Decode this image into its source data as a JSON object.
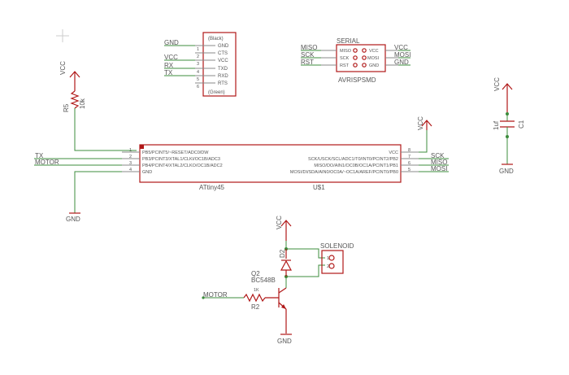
{
  "supply": {
    "vcc": "VCC",
    "gnd": "GND"
  },
  "ftdi": {
    "top": "(Black)",
    "bottom": "(Green)",
    "pins": [
      "GND",
      "CTS",
      "VCC",
      "TXD",
      "RXD",
      "RTS"
    ],
    "nets": [
      "GND",
      "VCC",
      "RX",
      "TX"
    ],
    "numbers": [
      "1",
      "2",
      "3",
      "4",
      "5",
      "6"
    ]
  },
  "isp": {
    "title": "SERIAL",
    "name": "AVRISPSMD",
    "left_pins": [
      "MISO",
      "SCK",
      "RST"
    ],
    "right_pins": [
      "VCC",
      "MOSI",
      "GND"
    ],
    "left_nets": [
      "MISO",
      "SCK",
      "RST"
    ],
    "right_nets": [
      "VCC",
      "MOSI",
      "GND"
    ]
  },
  "r5": {
    "name": "R5",
    "value": "10k"
  },
  "c1": {
    "name": "C1",
    "value": "1uf"
  },
  "mcu": {
    "name": "ATtiny45",
    "ref": "U$1",
    "left_pins": [
      "PB5/PCINT5/~RESET/ADC0/DW",
      "PB3/PCINT3/XTAL1/CLKI/OC1B/ADC3",
      "PB4/PCINT4/XTAL2/CLKO/OC1B/ADC2",
      "GND"
    ],
    "right_pins": [
      "VCC",
      "SCK/USCK/SCL/ADC1/T0/INT0/PCINT2/PB2",
      "MISO/DO/AIN1/OC0B/OC1A/PCINT1/PB1",
      "MOSI/DI/SDA/AIN0/OC0A/~OC1A/AREF/PCINT0/PB0"
    ],
    "left_nums": [
      "1",
      "2",
      "3",
      "4"
    ],
    "right_nums": [
      "8",
      "7",
      "6",
      "5"
    ],
    "left_nets": [
      "TX",
      "MOTOR"
    ],
    "right_nets": [
      "SCK",
      "MISO",
      "MOSI"
    ]
  },
  "driver": {
    "q_name": "Q2",
    "q_value": "BC548B",
    "r_name": "R2",
    "r_value": "1K",
    "d_name": "D2",
    "solenoid": "SOLENOID",
    "sol_pins": [
      "1",
      "2"
    ],
    "motor": "MOTOR"
  }
}
